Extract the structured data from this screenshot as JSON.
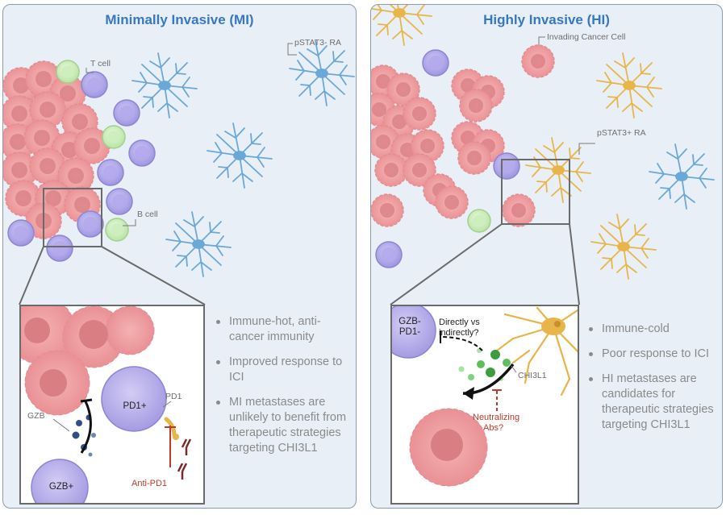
{
  "mi": {
    "title": "Minimally Invasive (MI)",
    "labels": {
      "t_cell": "T cell",
      "b_cell": "B cell",
      "ra": "pSTAT3- RA"
    },
    "inset": {
      "pd1_cell": "PD1+",
      "pd1": "PD1",
      "gzb": "GZB",
      "gzb_cell": "GZB+",
      "anti_pd1": "Anti-PD1"
    },
    "bullets": [
      "Immune-hot, anti-cancer immunity",
      "Improved response to ICI",
      "MI metastases are unlikely to benefit from therapeutic strategies targeting CHI3L1"
    ]
  },
  "hi": {
    "title": "Highly Invasive (HI)",
    "labels": {
      "invading": "Invading Cancer Cell",
      "ra": "pSTAT3+ RA"
    },
    "inset": {
      "gzb_cell_1": "GZB-",
      "gzb_cell_2": "PD1-",
      "question_1": "Directly vs",
      "question_2": "indirectly?",
      "chi3l1": "CHI3L1",
      "neutralizing_1": "Neutralizing",
      "neutralizing_2": "Abs?"
    },
    "bullets": [
      "Immune-cold",
      "Poor response to ICI",
      "HI metastases are candidates for therapeutic strategies targeting CHI3L1"
    ]
  },
  "colors": {
    "title": "#3778c2",
    "cancer_cell": "#f2a6a6",
    "cancer_nucleus": "#d97f84",
    "t_cell": "#b9b2ea",
    "b_cell": "#d6f0c8",
    "ra_negative": "#6aa8d8",
    "ra_positive": "#e8b54a",
    "inhibitor_red": "#c0392b"
  }
}
